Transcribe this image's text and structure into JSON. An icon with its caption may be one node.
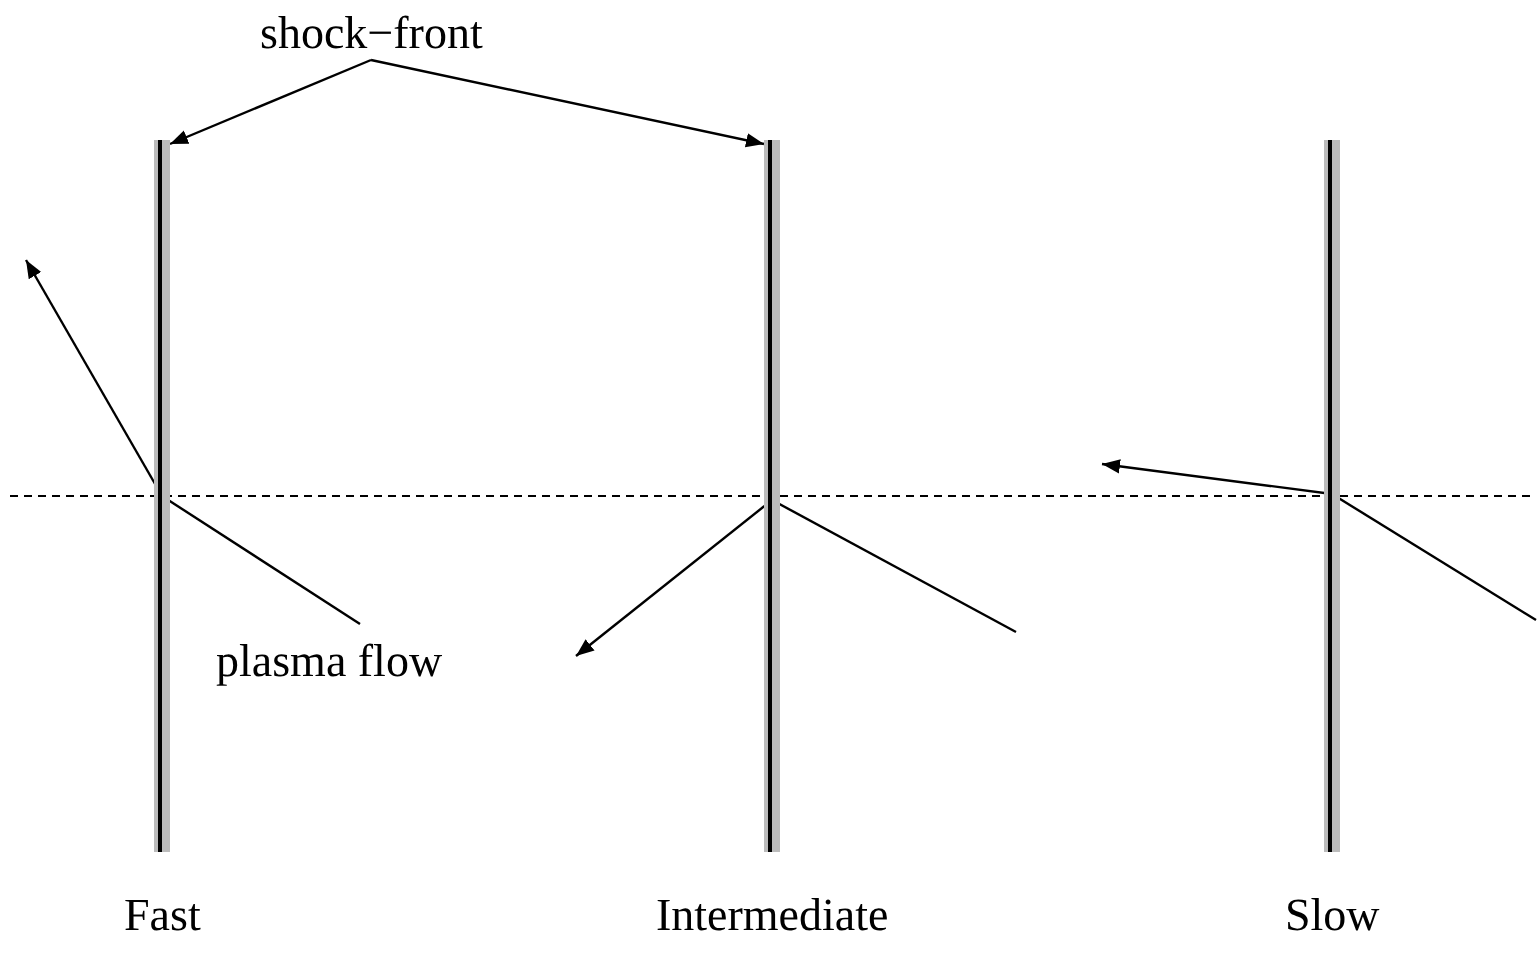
{
  "diagram": {
    "nodes": [
      {
        "text": [
          "shock−front"
        ]
      },
      {
        "text": [],
        "shape": "bar",
        "beside": [
          "Fast"
        ]
      },
      {
        "text": [],
        "shape": "bar",
        "beside": [
          "Intermediate"
        ]
      },
      {
        "text": [],
        "shape": "bar",
        "beside": [
          "Slow"
        ]
      }
    ],
    "edges": [
      {
        "from": 0,
        "to": 1,
        "arrow": "to"
      },
      {
        "from": 0,
        "to": 2,
        "arrow": "to"
      }
    ],
    "labels": [
      "plasma flow"
    ]
  }
}
